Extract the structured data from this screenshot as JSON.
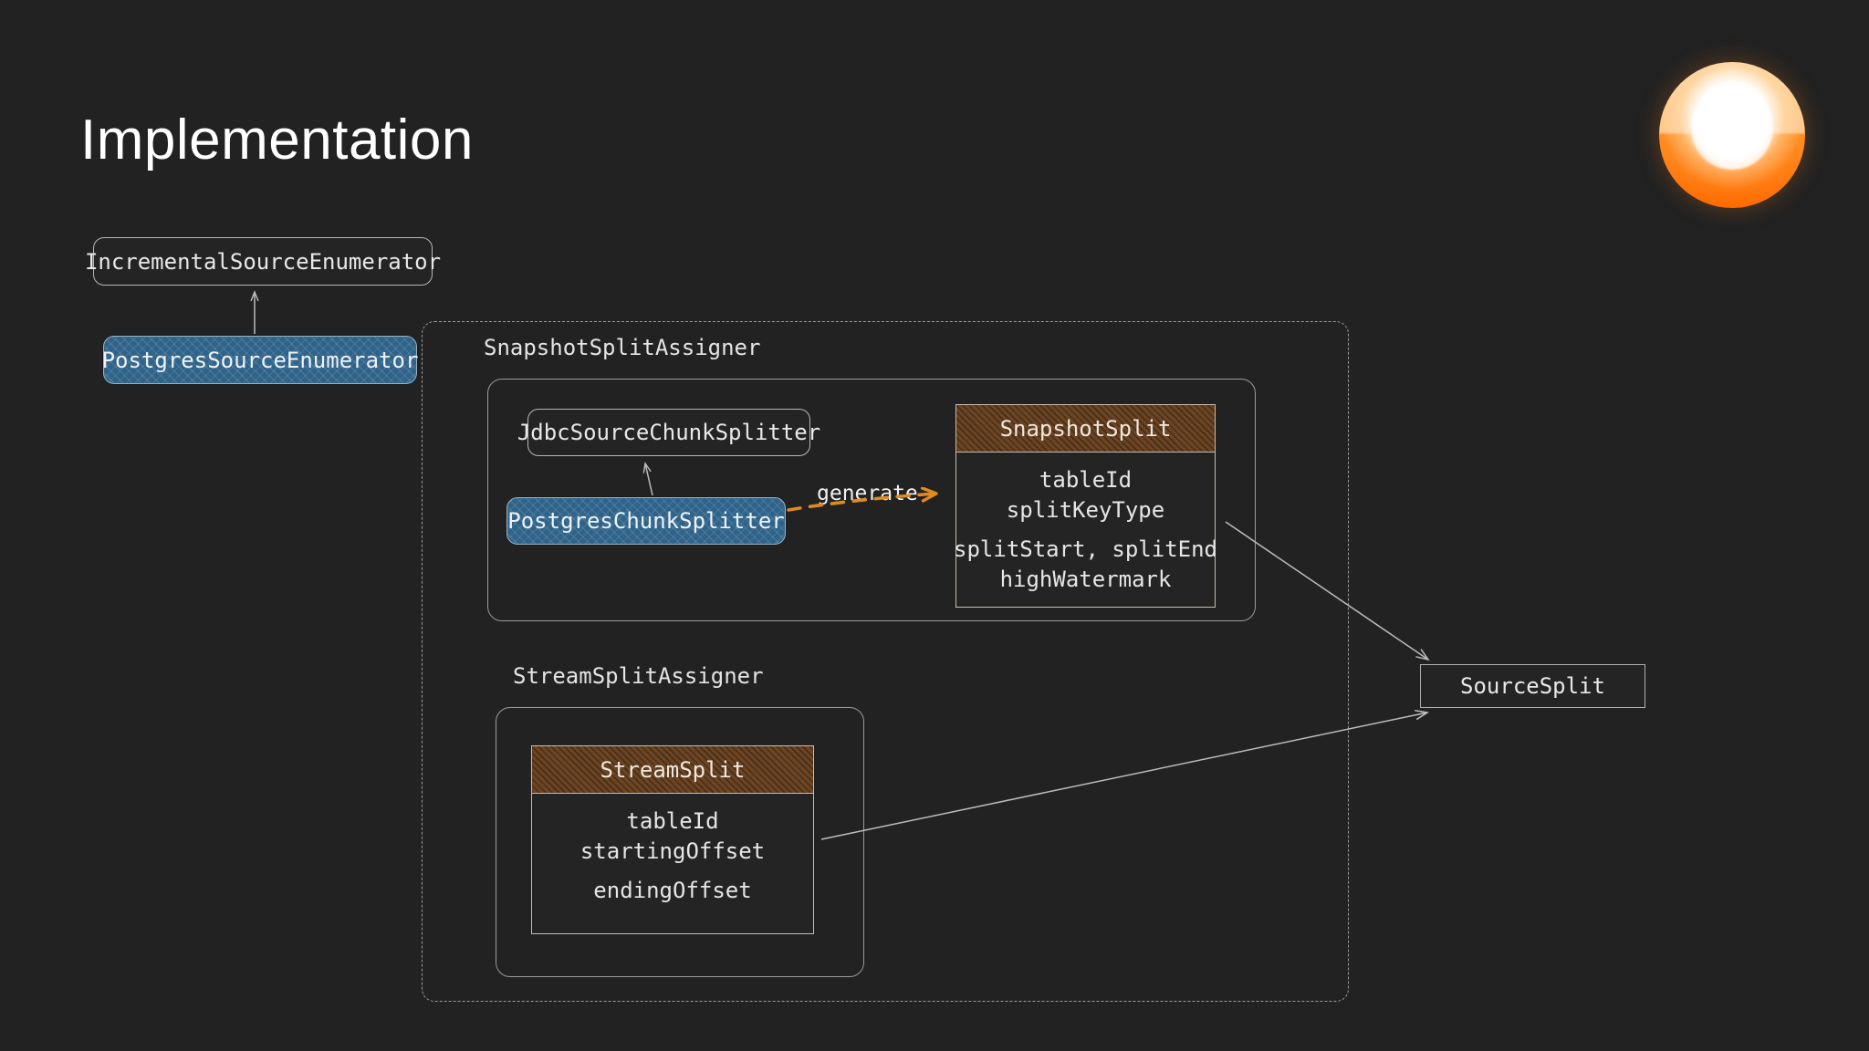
{
  "slide": {
    "title": "Implementation",
    "background_color": "#222222",
    "logo_name": "sunrise-orb-logo"
  },
  "nodes": {
    "incremental_source_enumerator": {
      "label": "IncrementalSourceEnumerator"
    },
    "postgres_source_enumerator": {
      "label": "PostgresSourceEnumerator",
      "fill": "#2f6389"
    },
    "jdbc_source_chunk_splitter": {
      "label": "JdbcSourceChunkSplitter"
    },
    "postgres_chunk_splitter": {
      "label": "PostgresChunkSplitter",
      "fill": "#2f6389"
    },
    "source_split": {
      "label": "SourceSplit"
    }
  },
  "containers": {
    "snapshot_split_assigner": {
      "label": "SnapshotSplitAssigner"
    },
    "stream_split_assigner": {
      "label": "StreamSplitAssigner"
    }
  },
  "entities": {
    "snapshot_split": {
      "title": "SnapshotSplit",
      "header_color": "#6b4424",
      "fields": [
        "tableId",
        "splitKeyType",
        "splitStart, splitEnd",
        "highWatermark"
      ]
    },
    "stream_split": {
      "title": "StreamSplit",
      "header_color": "#6b4424",
      "fields": [
        "tableId",
        "startingOffset",
        "endingOffset"
      ]
    }
  },
  "edges": {
    "generate": {
      "label": "generate",
      "color": "#e08a1e",
      "style": "dashed"
    }
  }
}
